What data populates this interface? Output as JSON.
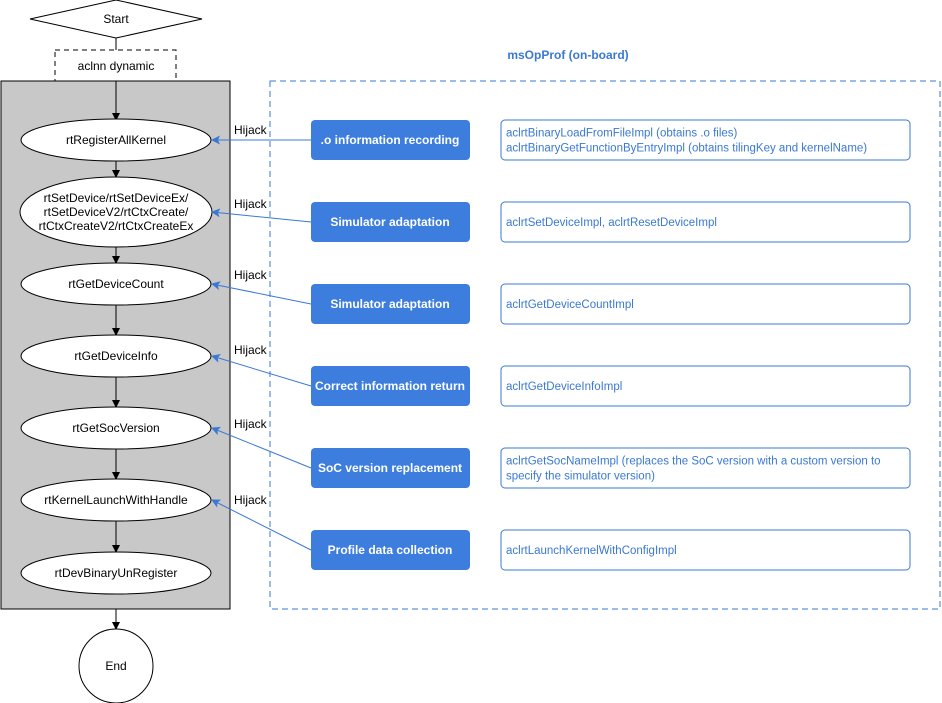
{
  "start": "Start",
  "aclnn": "aclnn dynamic",
  "end": "End",
  "panel_title": "msOpProf (on-board)",
  "flow": [
    {
      "lines": [
        "rtRegisterAllKernel"
      ]
    },
    {
      "lines": [
        "rtSetDevice/rtSetDeviceEx/",
        "rtSetDeviceV2/rtCtxCreate/",
        "rtCtxCreateV2/rtCtxCreateEx"
      ]
    },
    {
      "lines": [
        "rtGetDeviceCount"
      ]
    },
    {
      "lines": [
        "rtGetDeviceInfo"
      ]
    },
    {
      "lines": [
        "rtGetSocVersion"
      ]
    },
    {
      "lines": [
        "rtKernelLaunchWithHandle"
      ]
    },
    {
      "lines": [
        "rtDevBinaryUnRegister"
      ]
    }
  ],
  "hijack_label": "Hijack",
  "actions": [
    "o information recording",
    "Simulator adaptation",
    "Simulator adaptation",
    "Correct information return",
    "SoC version replacement",
    "Profile data collection"
  ],
  "impls": [
    [
      "aclrtBinaryLoadFromFileImpl (obtains .o files)",
      "aclrtBinaryGetFunctionByEntryImpl (obtains tilingKey and kernelName)"
    ],
    [
      "aclrtSetDeviceImpl, aclrtResetDeviceImpl"
    ],
    [
      "aclrtGetDeviceCountImpl"
    ],
    [
      "aclrtGetDeviceInfoImpl"
    ],
    [
      "aclrtGetSocNameImpl (replaces the SoC version with a custom version to",
      "specify the simulator version)"
    ],
    [
      "aclrtLaunchKernelWithConfigImpl"
    ]
  ],
  "colors": {
    "accent": "#3a78d4",
    "button_fill": "#3c7ddd",
    "panel_fill": "#c8c8c8"
  }
}
